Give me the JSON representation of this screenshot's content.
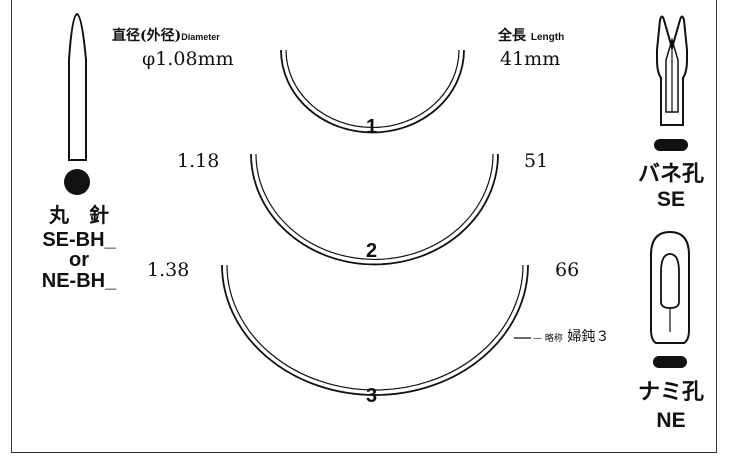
{
  "header": {
    "diameter_jp": "直径(外径)",
    "diameter_en": "Diameter",
    "length_jp": "全長",
    "length_en": "Length"
  },
  "needles": [
    {
      "number": "1",
      "diameter": "φ1.08mm",
      "length": "41mm"
    },
    {
      "number": "2",
      "diameter": "1.18",
      "length": "51"
    },
    {
      "number": "3",
      "diameter": "1.38",
      "length": "66"
    }
  ],
  "abbreviation": {
    "prefix": "— 略称",
    "value": "婦鈍３"
  },
  "left_panel": {
    "type_label": "丸　針",
    "code_1": "SE-BH_",
    "or": "or",
    "code_2": "NE-BH_"
  },
  "right_panel": {
    "se_label": "バネ孔",
    "se_code": "SE",
    "ne_label": "ナミ孔",
    "ne_code": "NE"
  },
  "colors": {
    "ink": "#111111",
    "background": "#ffffff"
  }
}
